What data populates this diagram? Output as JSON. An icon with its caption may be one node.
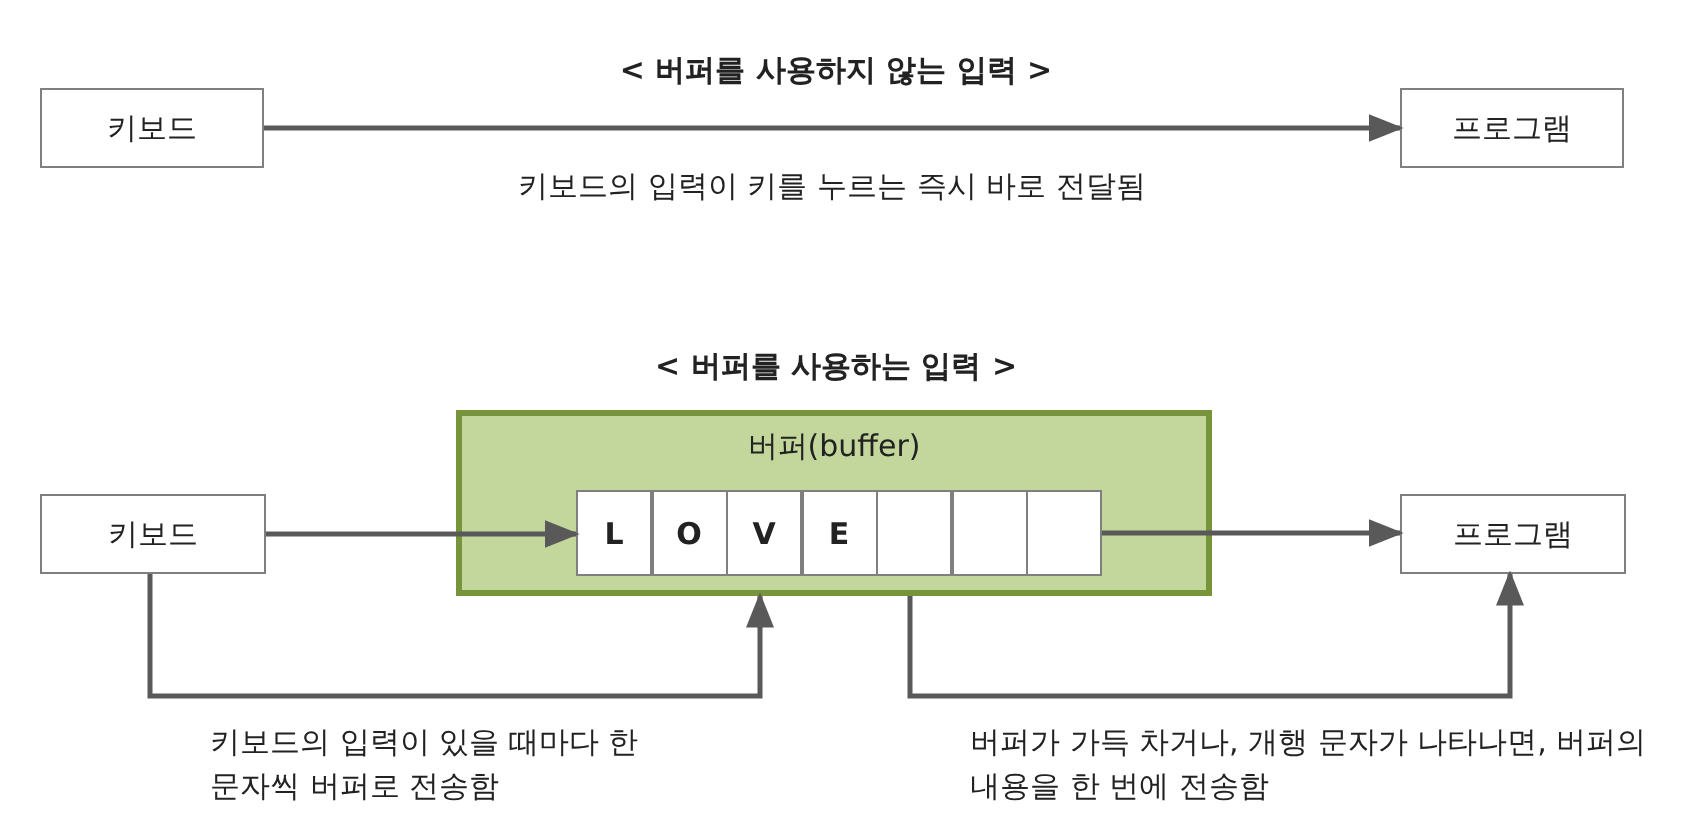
{
  "diagram": {
    "nodes": [
      {
        "text": [
          "키보드"
        ]
      },
      {
        "text": [
          "프로그램"
        ]
      },
      {
        "text": [
          "키보드"
        ]
      },
      {
        "text": [
          "버퍼(buffer)"
        ]
      },
      {
        "text": [
          "L"
        ],
        "in": 3
      },
      {
        "text": [
          "O"
        ],
        "in": 3
      },
      {
        "text": [
          "V"
        ],
        "in": 3
      },
      {
        "text": [
          "E"
        ],
        "in": 3
      },
      {
        "text": [],
        "shape": "box",
        "in": 3
      },
      {
        "text": [],
        "shape": "box",
        "in": 3
      },
      {
        "text": [],
        "shape": "box",
        "in": 3
      },
      {
        "text": [
          "프로그램"
        ]
      }
    ],
    "edges": [
      {
        "from": 0,
        "to": 1,
        "arrow": "to",
        "label": "키보드의 입력이 키를 누르는 즉시 바로 전달됨"
      },
      {
        "from": 2,
        "to": 4,
        "arrow": "to"
      },
      {
        "from": 10,
        "to": 11,
        "arrow": "to"
      },
      {
        "from": 2,
        "to": 3,
        "arrow": "to",
        "label": "키보드의 입력이 있을 때마다 한 문자씩 버퍼로 전송함"
      },
      {
        "from": 3,
        "to": 11,
        "arrow": "to",
        "label": "버퍼가 가득 차거나, 개행 문자가 나타나면, 버퍼의 내용을 한 번에 전송함"
      }
    ],
    "labels": [
      "< 버퍼를 사용하지 않는 입력 >",
      "< 버퍼를 사용하는 입력 >"
    ]
  }
}
